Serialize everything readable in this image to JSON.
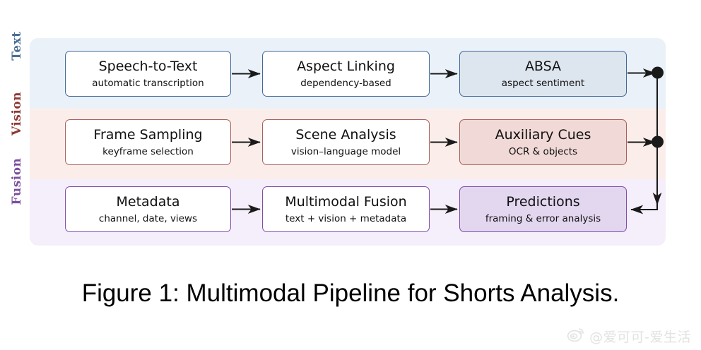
{
  "figure": {
    "caption": "Figure 1: Multimodal Pipeline for Shorts Analysis.",
    "rows": [
      {
        "label": "Text",
        "label_color": "#4a6f93",
        "band_color": "#eaf1f9",
        "border_color": "#42699a",
        "fill_color": "#dde5ef",
        "stages": [
          {
            "title": "Speech-to-Text",
            "subtitle": "automatic transcription",
            "filled": false
          },
          {
            "title": "Aspect Linking",
            "subtitle": "dependency-based",
            "filled": false
          },
          {
            "title": "ABSA",
            "subtitle": "aspect sentiment",
            "filled": true
          }
        ]
      },
      {
        "label": "Vision",
        "label_color": "#8e3a35",
        "band_color": "#fbeeea",
        "border_color": "#a8615c",
        "fill_color": "#f0d9d6",
        "stages": [
          {
            "title": "Frame Sampling",
            "subtitle": "keyframe selection",
            "filled": false
          },
          {
            "title": "Scene Analysis",
            "subtitle": "vision–language model",
            "filled": false
          },
          {
            "title": "Auxiliary Cues",
            "subtitle": "OCR & objects",
            "filled": true
          }
        ]
      },
      {
        "label": "Fusion",
        "label_color": "#7a4f9e",
        "band_color": "#f5eefb",
        "border_color": "#7f4ea8",
        "fill_color": "#e3d6ef",
        "stages": [
          {
            "title": "Metadata",
            "subtitle": "channel, date, views",
            "filled": false
          },
          {
            "title": "Multimodal Fusion",
            "subtitle": "text + vision + metadata",
            "filled": false
          },
          {
            "title": "Predictions",
            "subtitle": "framing & error analysis",
            "filled": true
          }
        ]
      }
    ],
    "connectors": {
      "arrow_color": "#1a1a1a",
      "bus_description": "vertical bus from ABSA and Auxiliary Cues junction dots down into Predictions",
      "junction_dots": 2
    }
  },
  "watermark": {
    "icon": "weibo-logo-icon",
    "handle": "@爱可可-爱生活"
  }
}
